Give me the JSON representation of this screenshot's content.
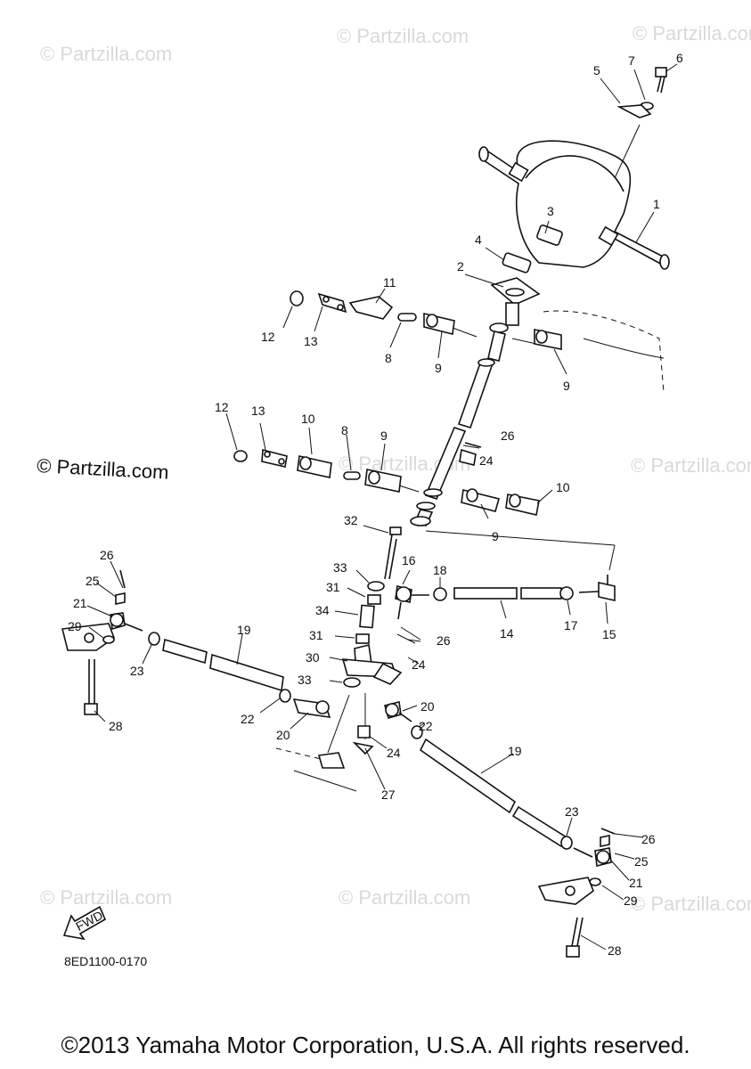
{
  "watermark": "© Partzilla.com",
  "center_watermark": "© Partzilla.com",
  "diagram_code": "8ED1100-0170",
  "fwd_label": "FWD",
  "copyright": "©2013 Yamaha Motor Corporation, U.S.A. All rights reserved.",
  "callouts": [
    "1",
    "2",
    "3",
    "4",
    "5",
    "6",
    "7",
    "8",
    "9",
    "10",
    "11",
    "12",
    "13",
    "14",
    "15",
    "16",
    "17",
    "18",
    "19",
    "20",
    "21",
    "22",
    "23",
    "24",
    "25",
    "26",
    "27",
    "28",
    "29",
    "30",
    "31",
    "32",
    "33",
    "34"
  ]
}
